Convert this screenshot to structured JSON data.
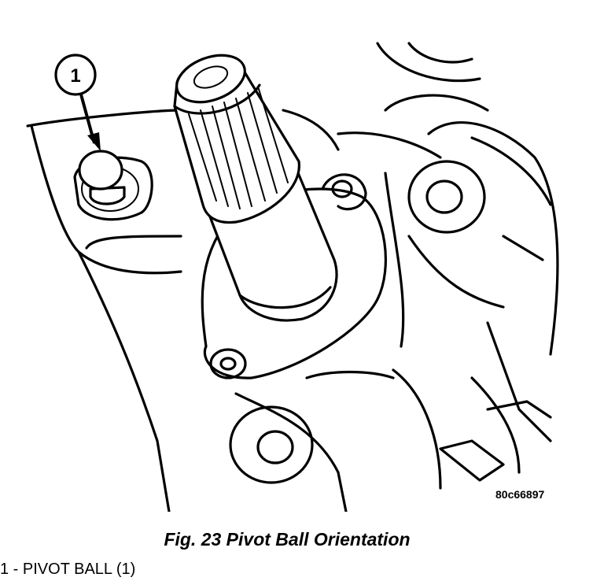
{
  "figure": {
    "callout_number": "1",
    "image_id": "80c66897"
  },
  "caption": "Fig. 23 Pivot Ball Orientation",
  "legend": [
    {
      "text": "1 - PIVOT BALL (1)"
    }
  ]
}
